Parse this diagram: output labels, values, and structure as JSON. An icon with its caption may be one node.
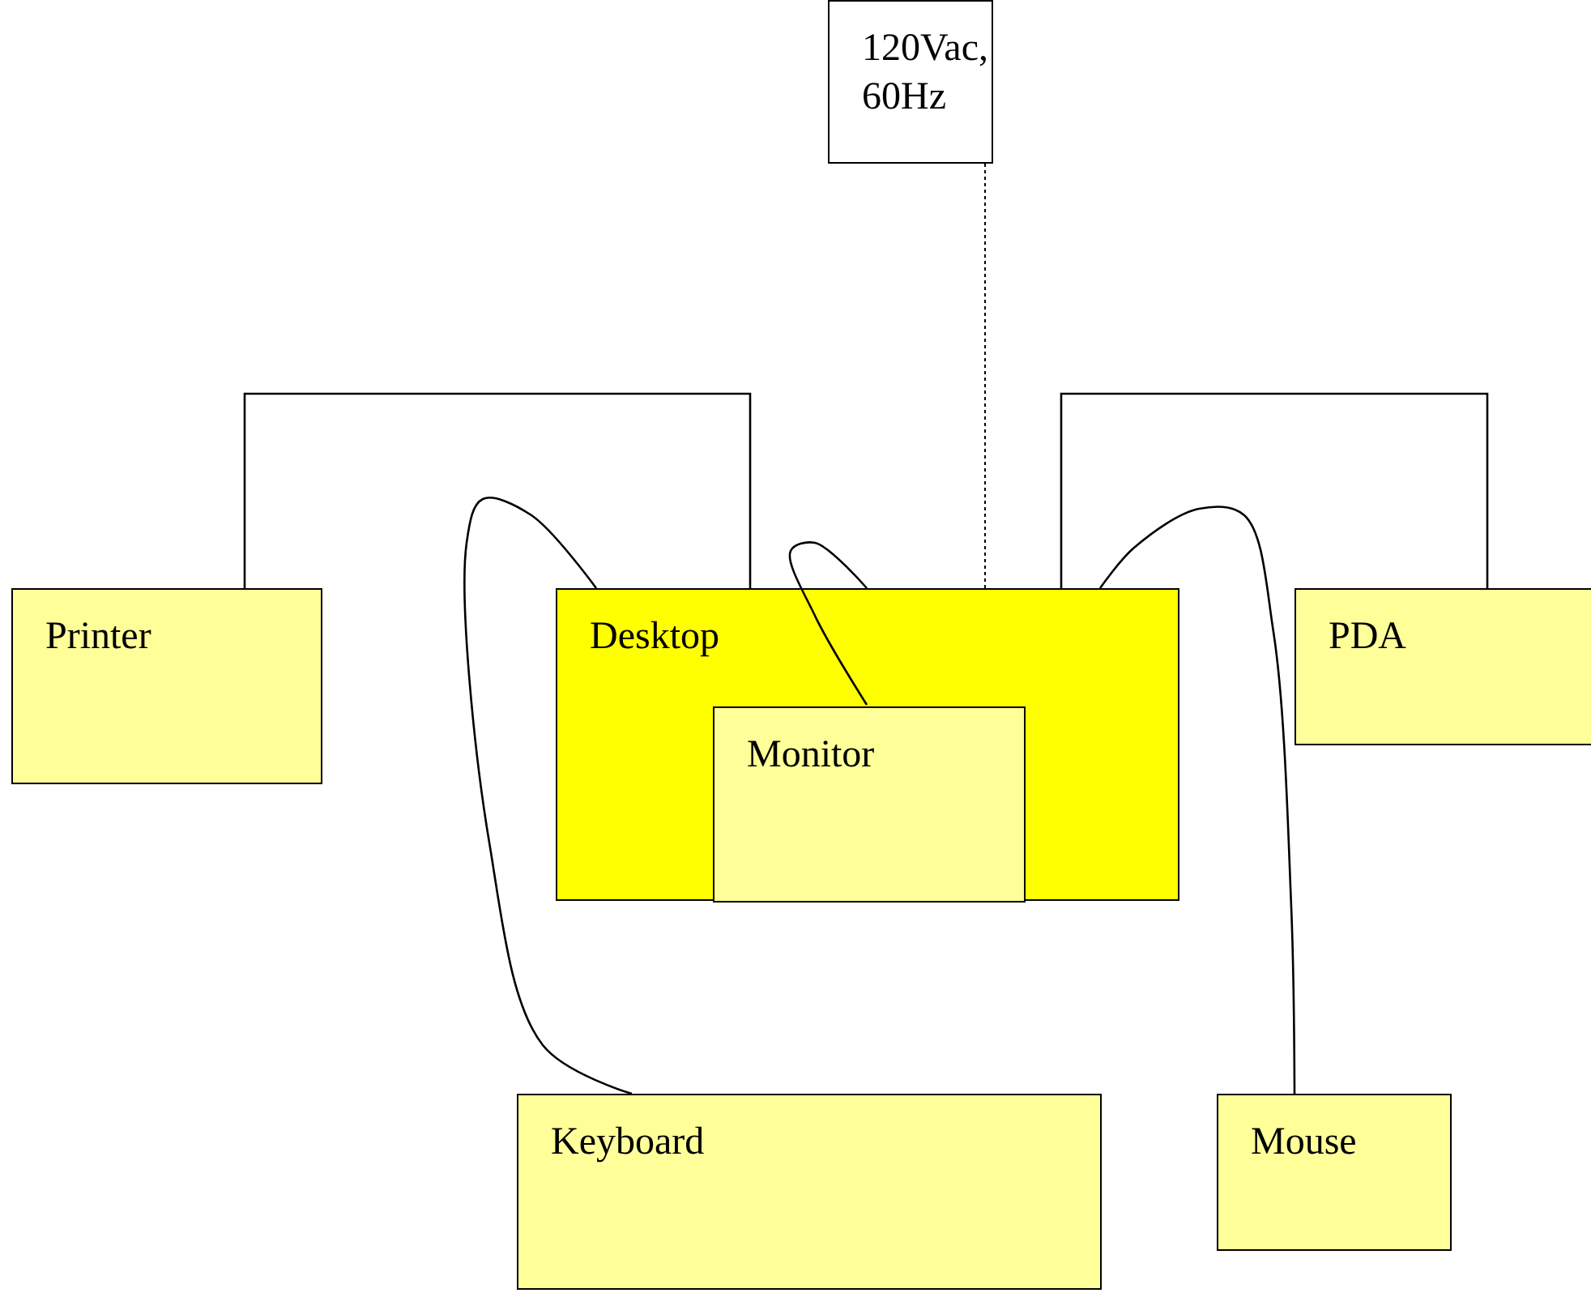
{
  "diagram": {
    "nodes": [
      {
        "text": [
          "120Vac, 60Hz"
        ]
      },
      {
        "text": [
          "Printer"
        ]
      },
      {
        "text": [
          "Desktop"
        ]
      },
      {
        "text": [
          "Monitor"
        ],
        "in": 2
      },
      {
        "text": [
          "PDA"
        ]
      },
      {
        "text": [
          "Keyboard"
        ]
      },
      {
        "text": [
          "Mouse"
        ]
      }
    ],
    "edges": [
      {
        "from": 0,
        "to": 2,
        "arrow": "none",
        "style": "dashed"
      },
      {
        "from": 1,
        "to": 2,
        "arrow": "none"
      },
      {
        "from": 2,
        "to": 4,
        "arrow": "none"
      },
      {
        "from": 5,
        "to": 2,
        "arrow": "none"
      },
      {
        "from": 3,
        "to": 2,
        "arrow": "none"
      },
      {
        "from": 6,
        "to": 2,
        "arrow": "none"
      }
    ]
  }
}
